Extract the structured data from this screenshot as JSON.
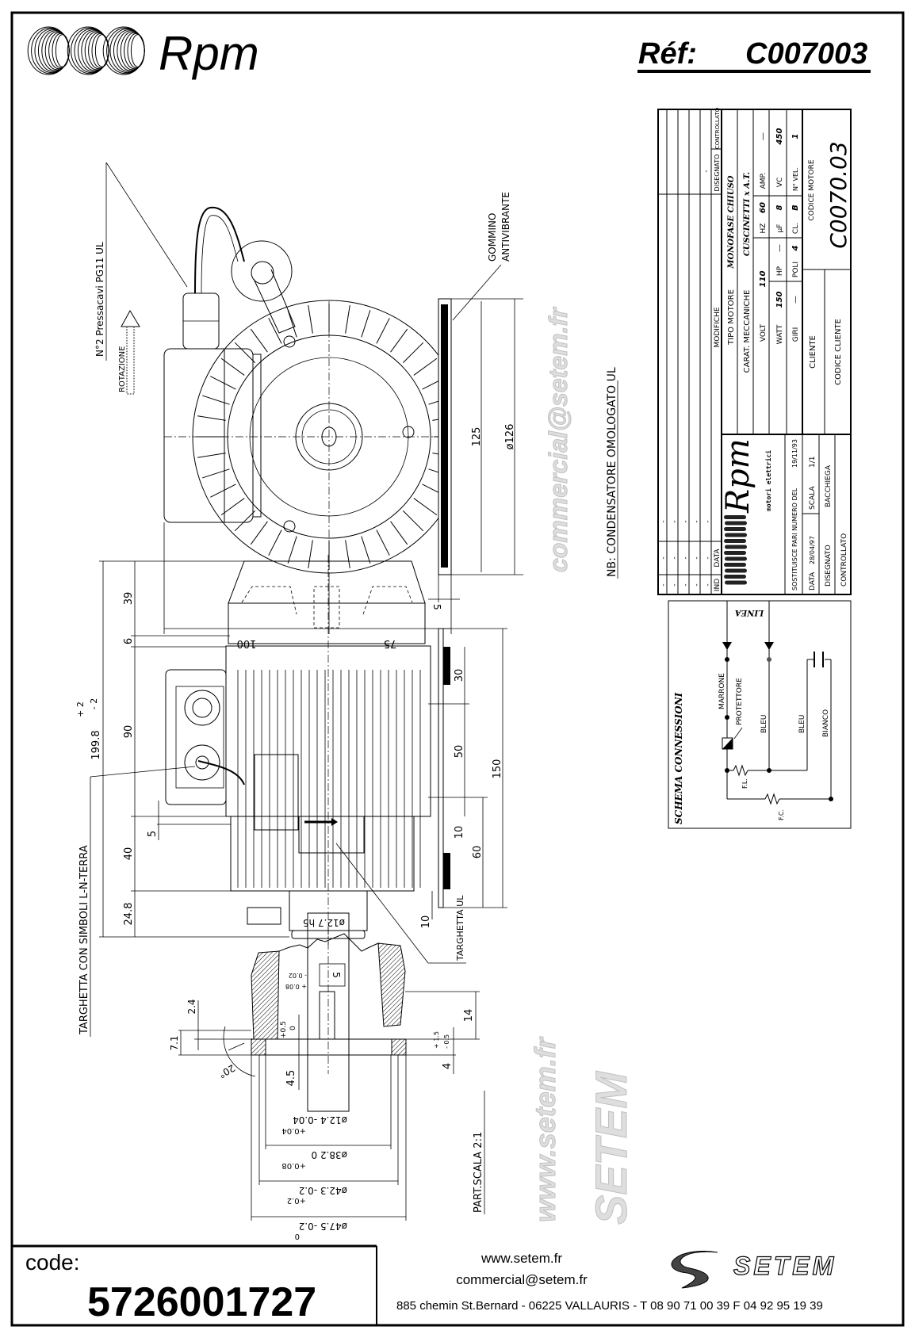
{
  "header": {
    "brand": "Rpm",
    "ref_label": "Réf:",
    "ref_value": "C007003"
  },
  "front_view": {
    "cable_gland_note": "N°2 Pressacavi PG11 UL",
    "rotation_label": "ROTAZIONE",
    "rubber_label_1": "GOMMINO",
    "rubber_label_2": "ANTIVIBRANTE",
    "capacitor_note": "NB: CONDENSATORE OMOLOGATO UL",
    "dims": {
      "width_left": "100",
      "width_right": "75",
      "plate": "5",
      "height": "125",
      "diameter": "ø126"
    }
  },
  "side_view": {
    "nameplate_note": "TARGHETTA CON SIMBOLI L-N-TERRA",
    "ul_nameplate_note": "TARGHETTA UL",
    "total_height": "199.8",
    "total_tol_plus": "+ 2",
    "total_tol_minus": "- 2",
    "dims": {
      "d39": "39",
      "d6": "6",
      "d90": "90",
      "d40": "40",
      "d24": "24.8",
      "d5": "5",
      "d30": "30",
      "d50": "50",
      "d10a": "10",
      "d60": "60",
      "d150": "150",
      "d10b": "10"
    }
  },
  "shaft_detail": {
    "scale_label": "PART.SCALA 2:1",
    "d_shaft": "ø12.7 h5",
    "key": "5",
    "key_tol_plus": "+ 0.08",
    "key_tol_minus": "- 0.02",
    "d_7_1": "7.1",
    "d_2_4": "2.4",
    "angle": "20°",
    "tol_05": "+0.5",
    "tol_0": "0",
    "d_4_5": "4.5",
    "d_14": "14",
    "d_4": "4",
    "tol_15": "+ 1.5",
    "tol_m05": "- 0.5",
    "d_12_4": "ø12.4 -0.04",
    "d_12_4_tol": "+0.04",
    "d_38_2": "ø38.2  0",
    "d_38_2_tol": "+0.08",
    "d_42_3": "ø42.3 -0.2",
    "d_42_3_tol": "+0.2",
    "d_47_5": "ø47.5 -0.2",
    "d_47_5_tol": "0"
  },
  "title_block": {
    "revisions": {
      "header_modifiche": "MODIFICHE",
      "header_disegnato": "DISEGNATO",
      "header_controllato": "CONTROLLATO",
      "header_ind": "IND",
      "header_data": "DATA",
      "disegnato_value": "-",
      "rows": [
        {
          "ind": "-",
          "data": "-",
          "modifiche": "-"
        },
        {
          "ind": "-",
          "data": "-",
          "modifiche": "-"
        },
        {
          "ind": "-",
          "data": "-",
          "modifiche": "-"
        },
        {
          "ind": "-",
          "data": "-",
          "modifiche": "-"
        },
        {
          "ind": "-",
          "data": "-",
          "modifiche": "-"
        }
      ]
    },
    "tipo_motore_label": "TIPO MOTORE",
    "tipo_motore_value": "MONOFASE CHIUSO",
    "carat_label": "CARAT. MECCANICHE",
    "carat_value": "CUSCINETTI x A.T.",
    "volt_label": "VOLT",
    "volt_value": "110",
    "hz_label": "HZ",
    "hz_value": "60",
    "amp_label": "AMP.",
    "amp_value": "—",
    "watt_label": "WATT",
    "watt_value": "150",
    "hp_label": "HP",
    "hp_value": "—",
    "uf_label": "µF",
    "uf_value": "8",
    "vc_label": "VC",
    "vc_value": "450",
    "giri_label": "GIRI",
    "giri_value": "—",
    "poli_label": "POLI",
    "poli_value": "4",
    "cl_label": "CL.",
    "cl_value": "B",
    "nvel_label": "N° VEL.",
    "nvel_value": "1",
    "cliente_label": "CLIENTE",
    "codice_cliente_label": "CODICE CLIENTE",
    "codice_motore_label": "CODICE MOTORE",
    "codice_motore_value": "C0070.03",
    "logo_brand": "Rpm",
    "logo_sub": "motori elettrici",
    "sostituisce_label": "SOSTITUISCE PARI NUMERO DEL",
    "sostituisce_date": "19/11/93",
    "data_label": "DATA",
    "data_value": "28/04/97",
    "scala_label": "SCALA",
    "scala_value": "1/1",
    "disegnato_label": "DISEGNATO",
    "disegnato_name": "BACCHIEGA",
    "controllato_label": "CONTROLLATO"
  },
  "schema": {
    "title": "SCHEMA CONNESSIONI",
    "linea": "LINEA",
    "marrone": "MARRONE",
    "protettore": "PROTETTORE",
    "bleu_1": "BLEU",
    "bleu_2": "BLEU",
    "bianco": "BIANCO",
    "fl": "F.L.",
    "fc": "F.C."
  },
  "watermark": {
    "site": "www.setem.fr",
    "brand": "SETEM",
    "email": "commercial@setem.fr"
  },
  "footer": {
    "code_label": "code:",
    "code_value": "5726001727",
    "website": "www.setem.fr",
    "email": "commercial@setem.fr",
    "address": "885 chemin St.Bernard  -  06225 VALLAURIS  -  T 08 90 71 00 39   F 04 92 95 19 39",
    "brand": "SETEM"
  }
}
